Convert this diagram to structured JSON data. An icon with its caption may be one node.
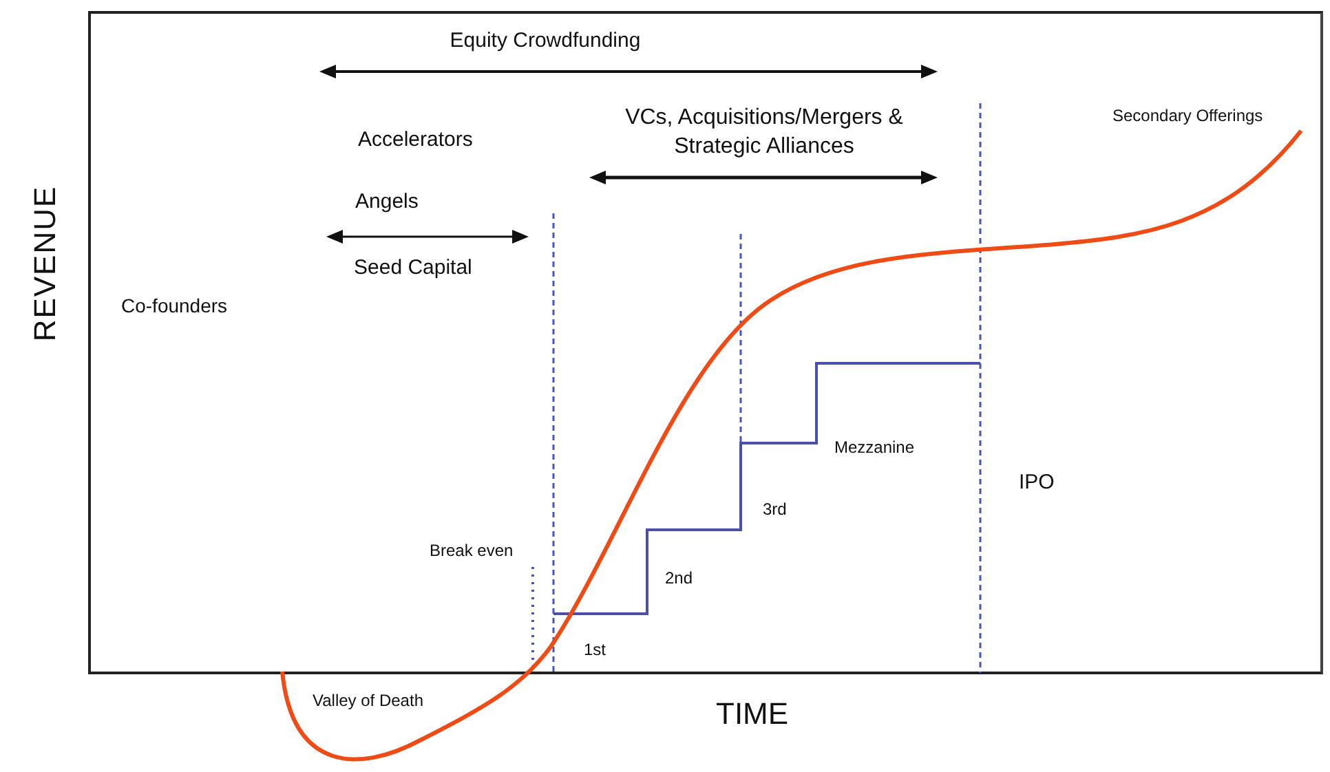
{
  "diagram": {
    "labels": [
      "Equity Crowdfunding",
      "VCs, Acquisitions/Mergers & Strategic Alliances",
      "Secondary Offerings",
      "Accelerators",
      "Angels",
      "Seed Capital",
      "REVENUE",
      "Co-founders",
      "Mezzanine",
      "IPO",
      "3rd",
      "Break even",
      "2nd",
      "1st",
      "Valley of Death",
      "TIME"
    ]
  }
}
